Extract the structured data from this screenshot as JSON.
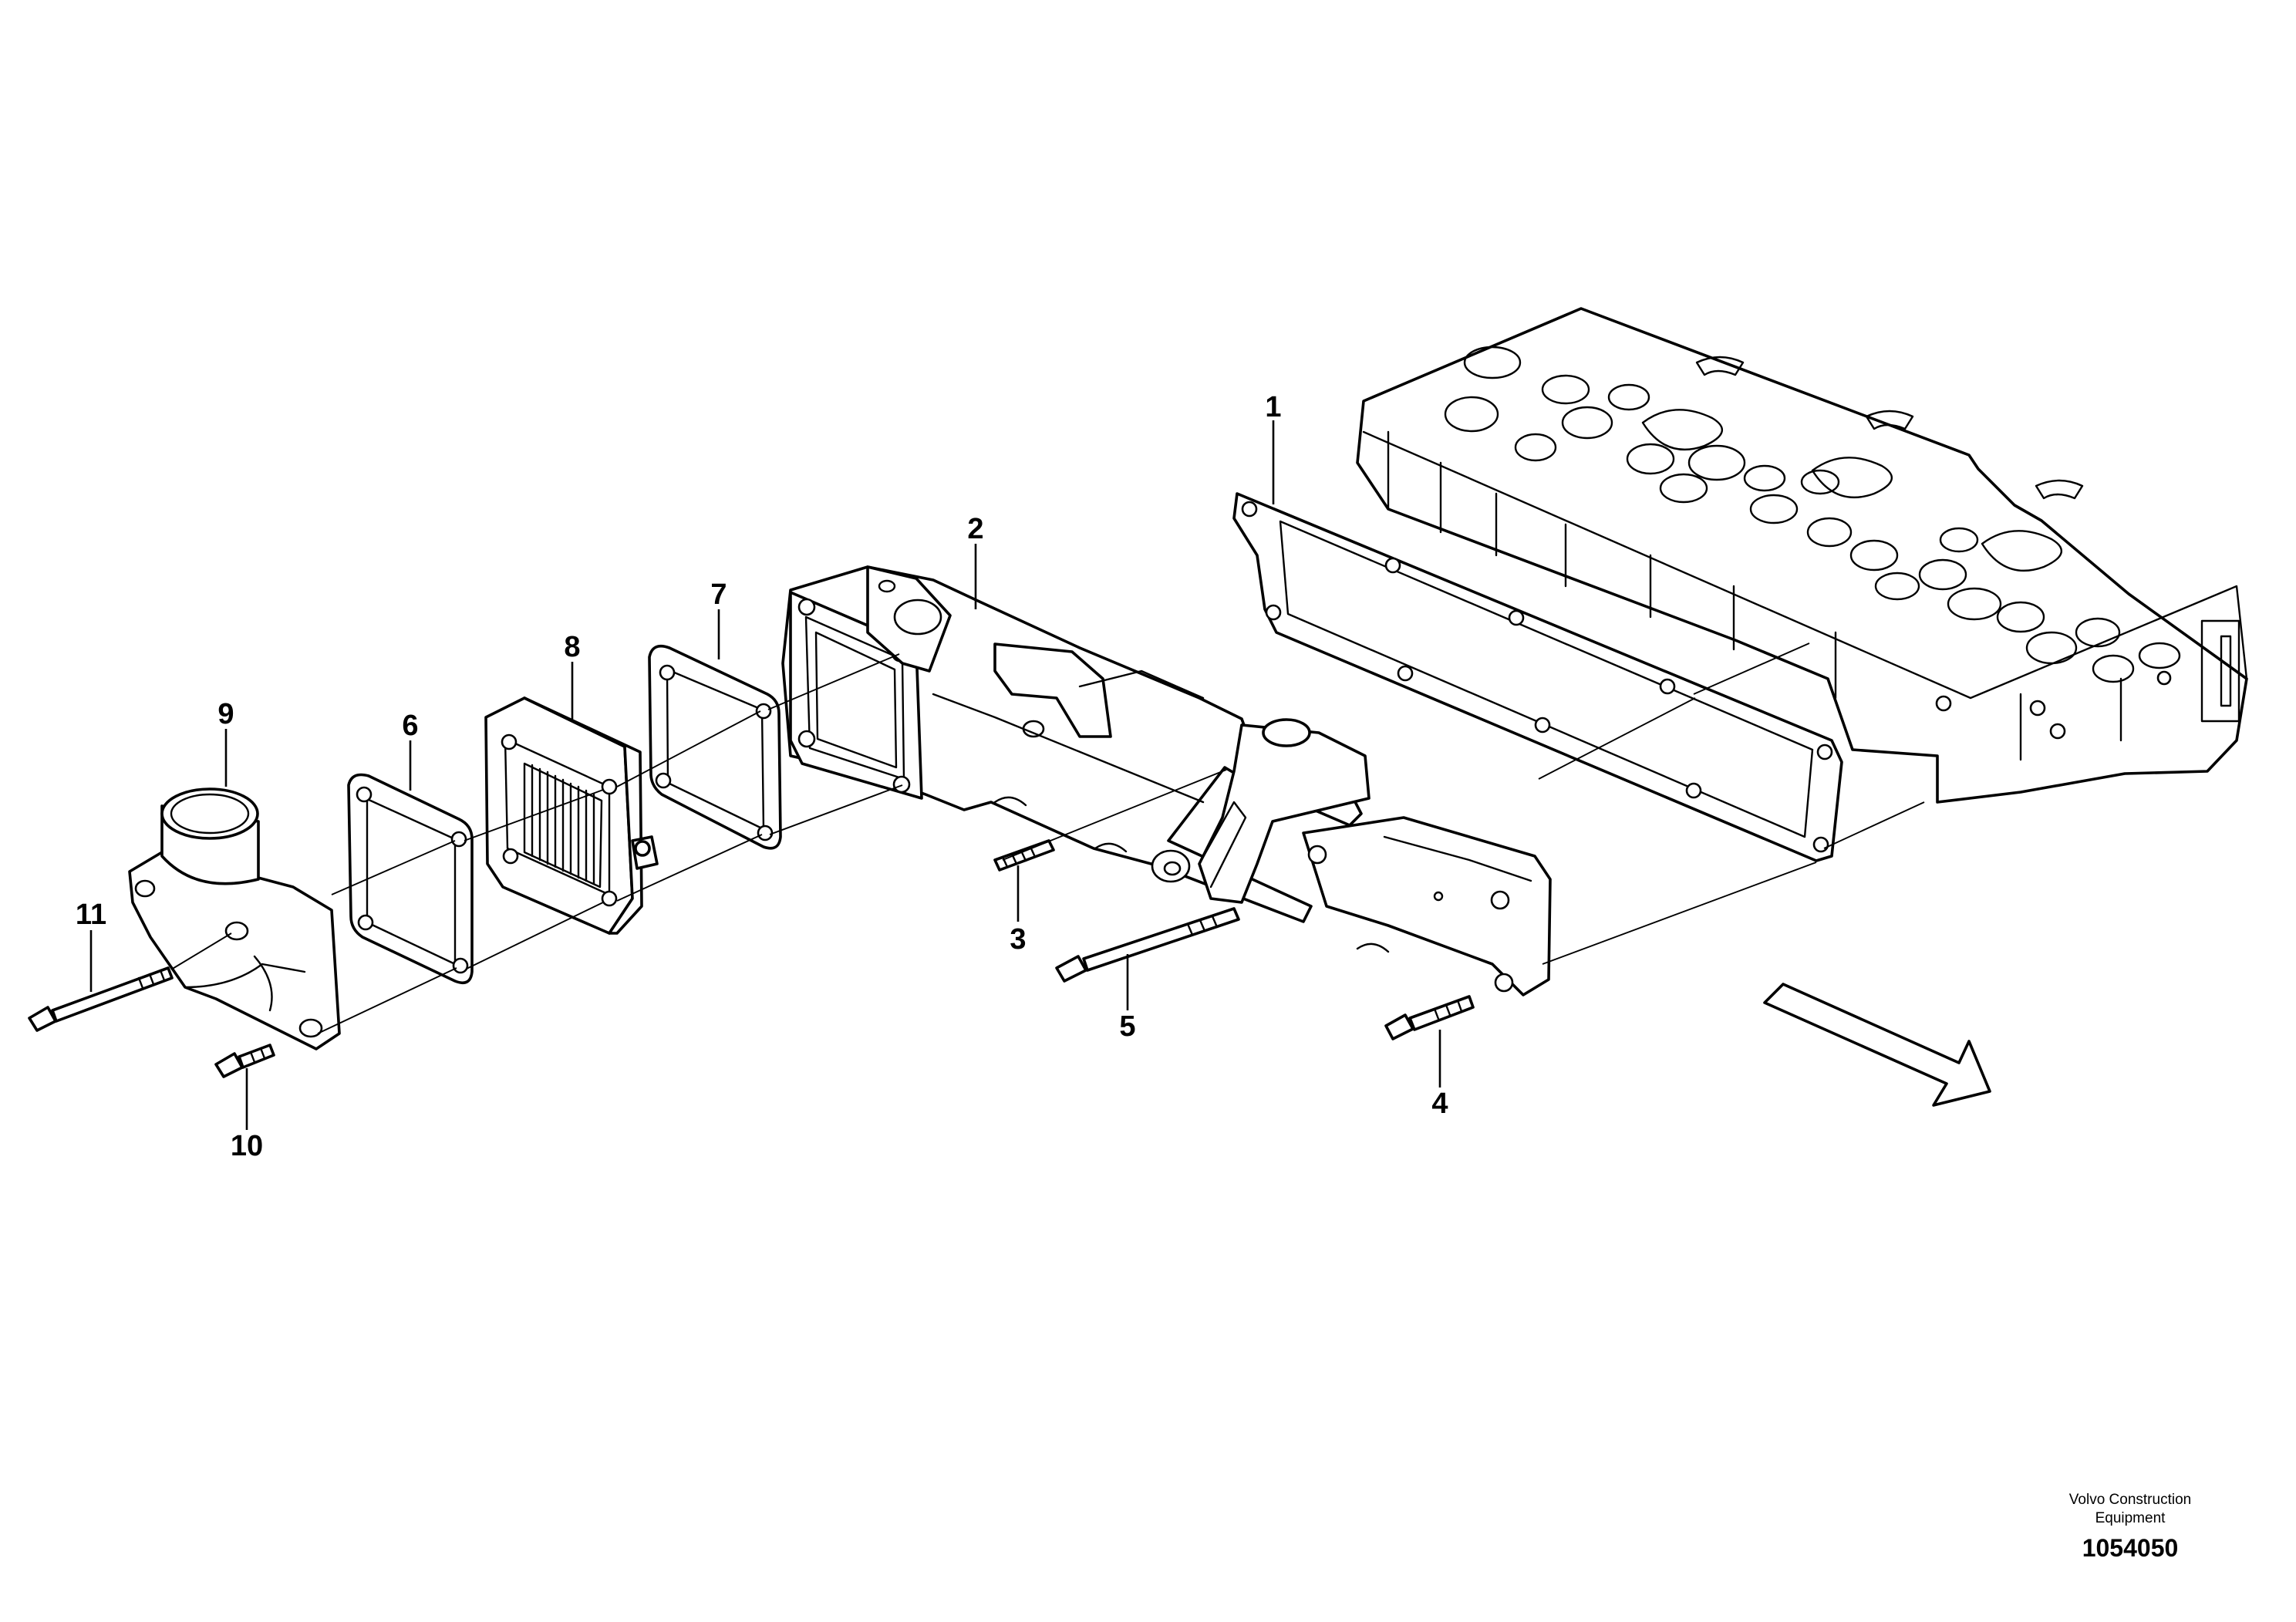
{
  "callouts": [
    "1",
    "2",
    "3",
    "4",
    "5",
    "6",
    "7",
    "8",
    "9",
    "10",
    "11"
  ],
  "footer": {
    "company_line1": "Volvo Construction",
    "company_line2": "Equipment",
    "figure_number": "1054050"
  }
}
